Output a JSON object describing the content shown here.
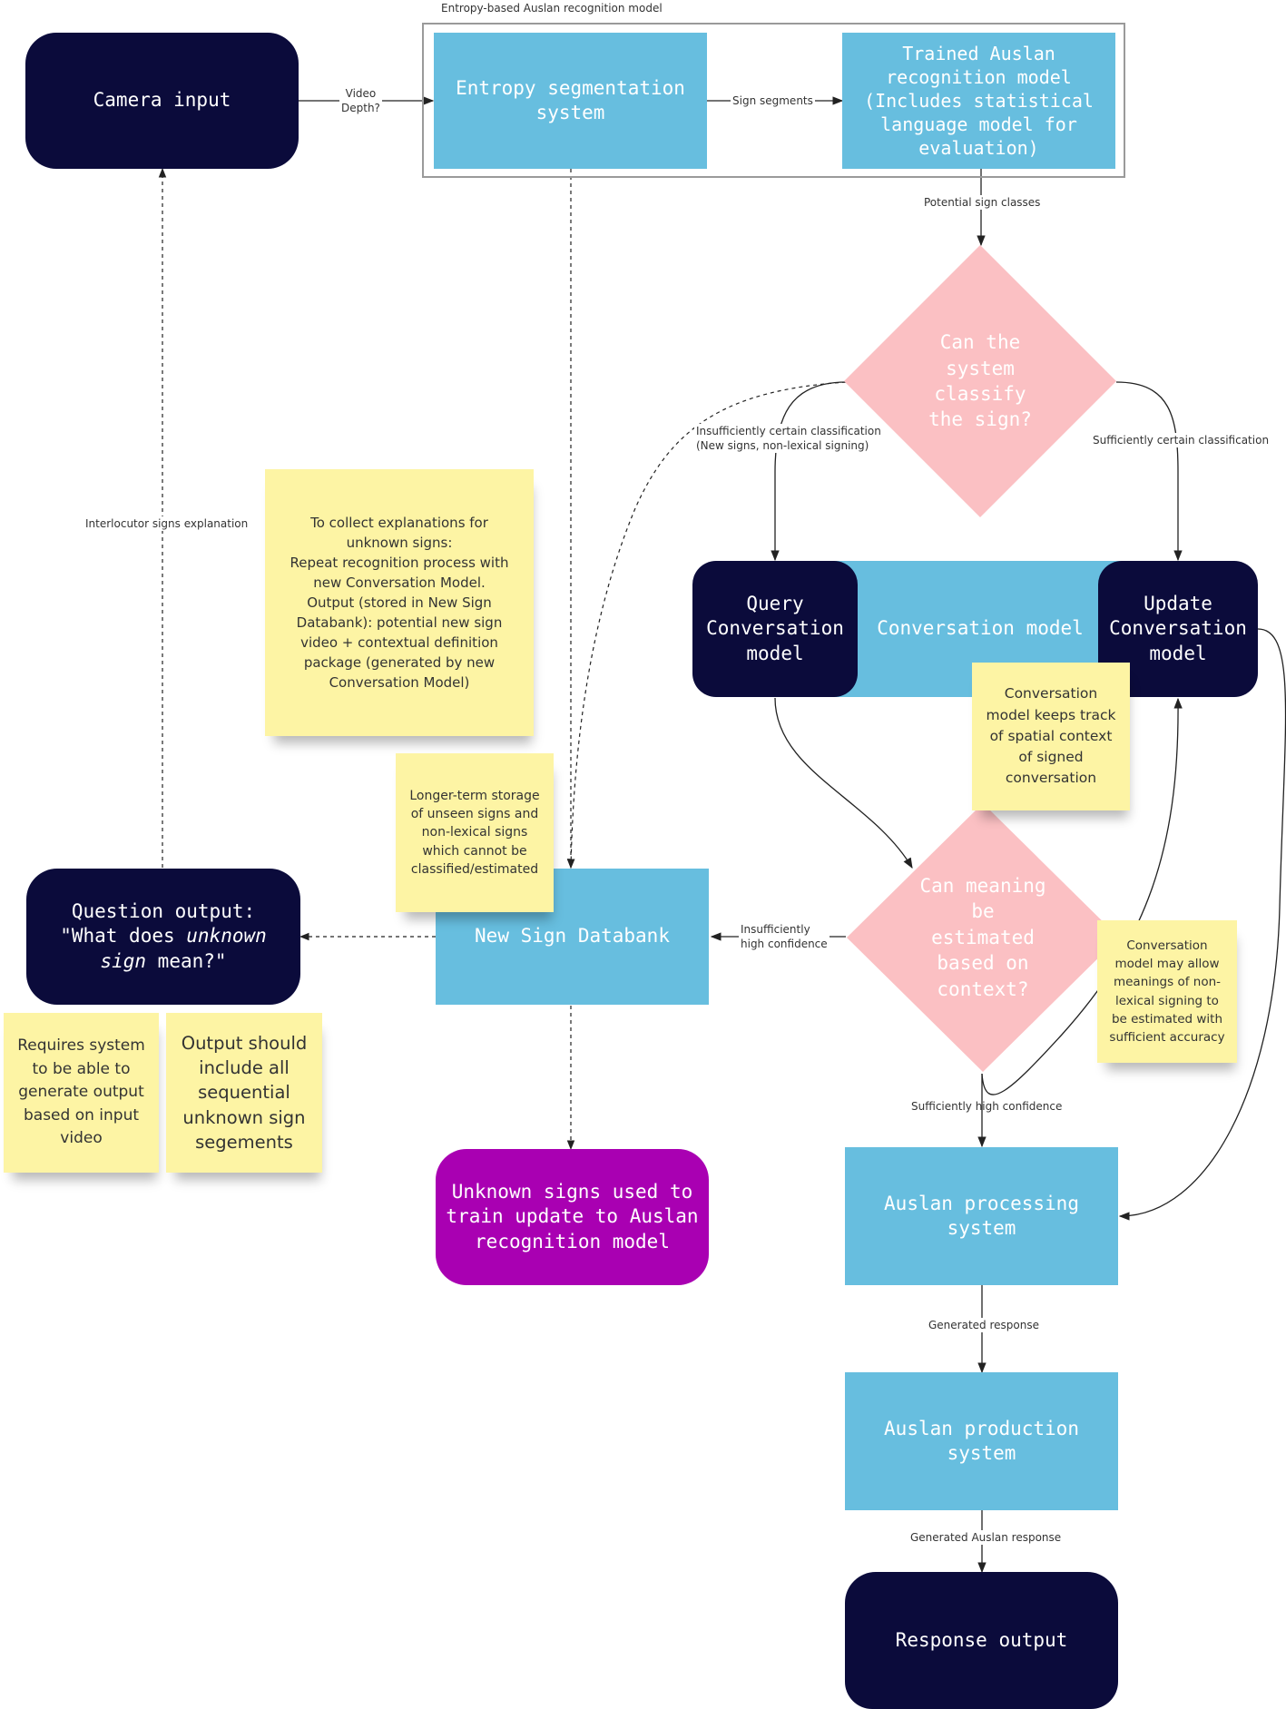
{
  "group": {
    "title": "Entropy-based Auslan recognition model"
  },
  "nodes": {
    "camera_input": "Camera input",
    "entropy_segmentation": "Entropy segmentation\nsystem",
    "trained_model": "Trained Auslan\nrecognition model\n(Includes statistical\nlanguage model for\nevaluation)",
    "classify_decision": "Can the\nsystem\nclassify\nthe sign?",
    "query_conversation": "Query\nConversation\nmodel",
    "conversation_model": "Conversation model",
    "update_conversation": "Update\nConversation\nmodel",
    "meaning_decision": "Can meaning\nbe\nestimated\nbased on\ncontext?",
    "new_sign_databank": "New Sign Databank",
    "question_prefix": "Question output:\n\"What does ",
    "question_italic": "unknown\nsign",
    "question_suffix": " mean?\"",
    "unknown_signs_train": "Unknown signs used to\ntrain update to Auslan\nrecognition model",
    "auslan_processing": "Auslan processing\nsystem",
    "auslan_production": "Auslan production\nsystem",
    "response_output": "Response output"
  },
  "notes": {
    "collect_explanations": "To collect explanations for\nunknown signs:\nRepeat recognition process with\nnew Conversation Model.\nOutput (stored in New Sign\nDatabank): potential new sign\nvideo + contextual definition\npackage (generated by new\nConversation Model)",
    "long_term_storage": "Longer-term storage\nof unseen signs and\nnon-lexical signs\nwhich cannot be\nclassified/estimated",
    "spatial_context": "Conversation\nmodel keeps track\nof spatial context\nof signed\nconversation",
    "non_lexical_meanings": "Conversation\nmodel may allow\nmeanings of non-\nlexical signing to\nbe estimated with\nsufficient accuracy",
    "requires_output": "Requires system\nto be able to\ngenerate output\nbased on input\nvideo",
    "sequential_output": "Output should\ninclude all\nsequential\nunknown sign\nsegements"
  },
  "edge_labels": {
    "video_depth": "Video\nDepth?",
    "sign_segments": "Sign segments",
    "potential_sign_classes": "Potential sign classes",
    "insufficient_classification": "Insufficiently certain classification\n(New signs, non-lexical signing)",
    "sufficient_classification": "Sufficiently certain classification",
    "interlocutor_explanation": "Interlocutor signs explanation",
    "insufficient_confidence": "Insufficiently\nhigh confidence",
    "sufficient_confidence": "Sufficiently high confidence",
    "generated_response": "Generated response",
    "generated_auslan_response": "Generated Auslan response"
  },
  "colors": {
    "dark_node": "#0b0b3b",
    "blue_node": "#67bedf",
    "decision": "#fbc0c3",
    "sticky_note": "#fdf4a4",
    "training_node": "#a900b2"
  }
}
